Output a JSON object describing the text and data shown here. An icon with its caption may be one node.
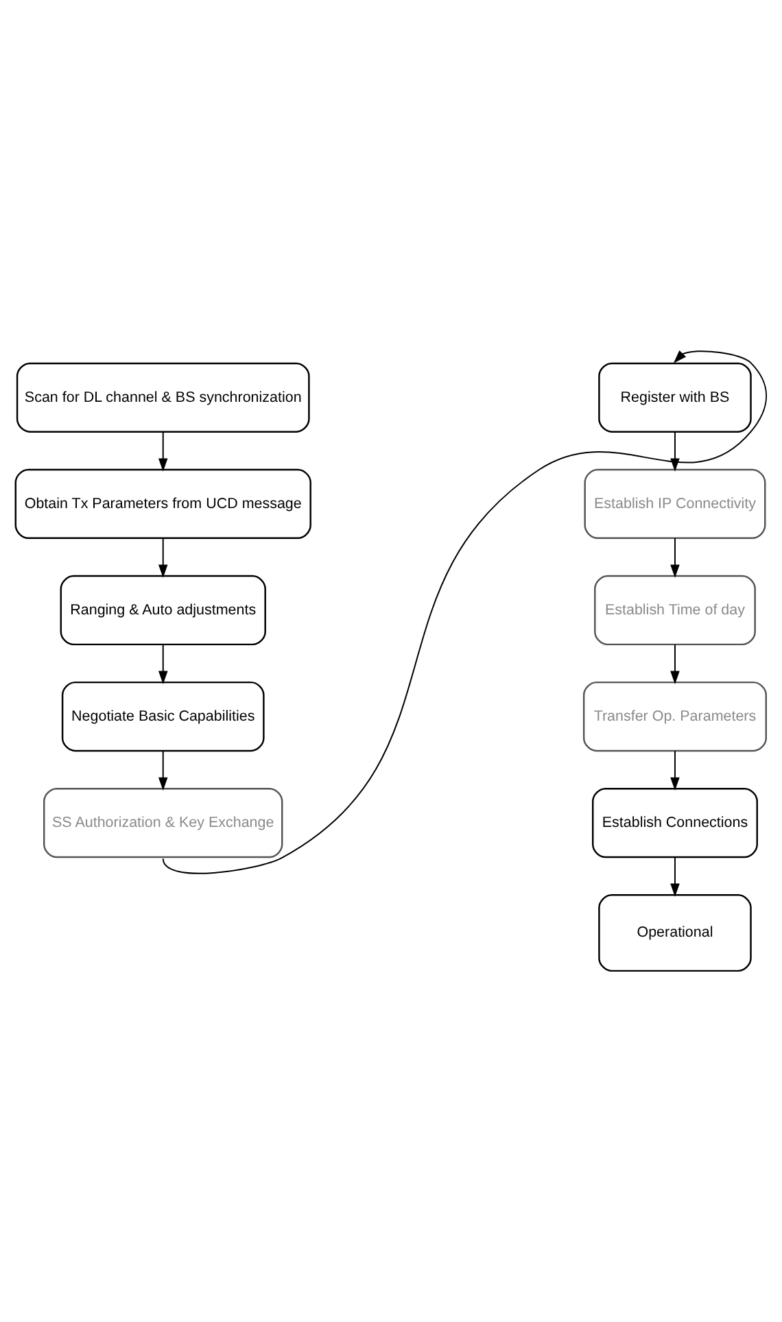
{
  "diagram": {
    "nodes": [
      {
        "text": [
          "Scan for DL channel & BS synchronization"
        ]
      },
      {
        "text": [
          "Obtain Tx Parameters from UCD message"
        ]
      },
      {
        "text": [
          "Ranging & Auto adjustments"
        ]
      },
      {
        "text": [
          "Negotiate Basic Capabilities"
        ]
      },
      {
        "text": [
          "SS Authorization & Key Exchange"
        ]
      },
      {
        "text": [
          "Register with BS"
        ]
      },
      {
        "text": [
          "Establish IP Connectivity"
        ]
      },
      {
        "text": [
          "Establish Time of day"
        ]
      },
      {
        "text": [
          "Transfer Op. Parameters"
        ]
      },
      {
        "text": [
          "Establish Connections"
        ]
      },
      {
        "text": [
          "Operational"
        ]
      }
    ],
    "edges": [
      {
        "from": 0,
        "to": 1,
        "arrow": "to"
      },
      {
        "from": 1,
        "to": 2,
        "arrow": "to"
      },
      {
        "from": 2,
        "to": 3,
        "arrow": "to"
      },
      {
        "from": 3,
        "to": 4,
        "arrow": "to"
      },
      {
        "from": 4,
        "to": 5,
        "arrow": "to"
      },
      {
        "from": 5,
        "to": 6,
        "arrow": "to"
      },
      {
        "from": 6,
        "to": 7,
        "arrow": "to"
      },
      {
        "from": 7,
        "to": 8,
        "arrow": "to"
      },
      {
        "from": 8,
        "to": 9,
        "arrow": "to"
      },
      {
        "from": 9,
        "to": 10,
        "arrow": "to"
      }
    ]
  }
}
